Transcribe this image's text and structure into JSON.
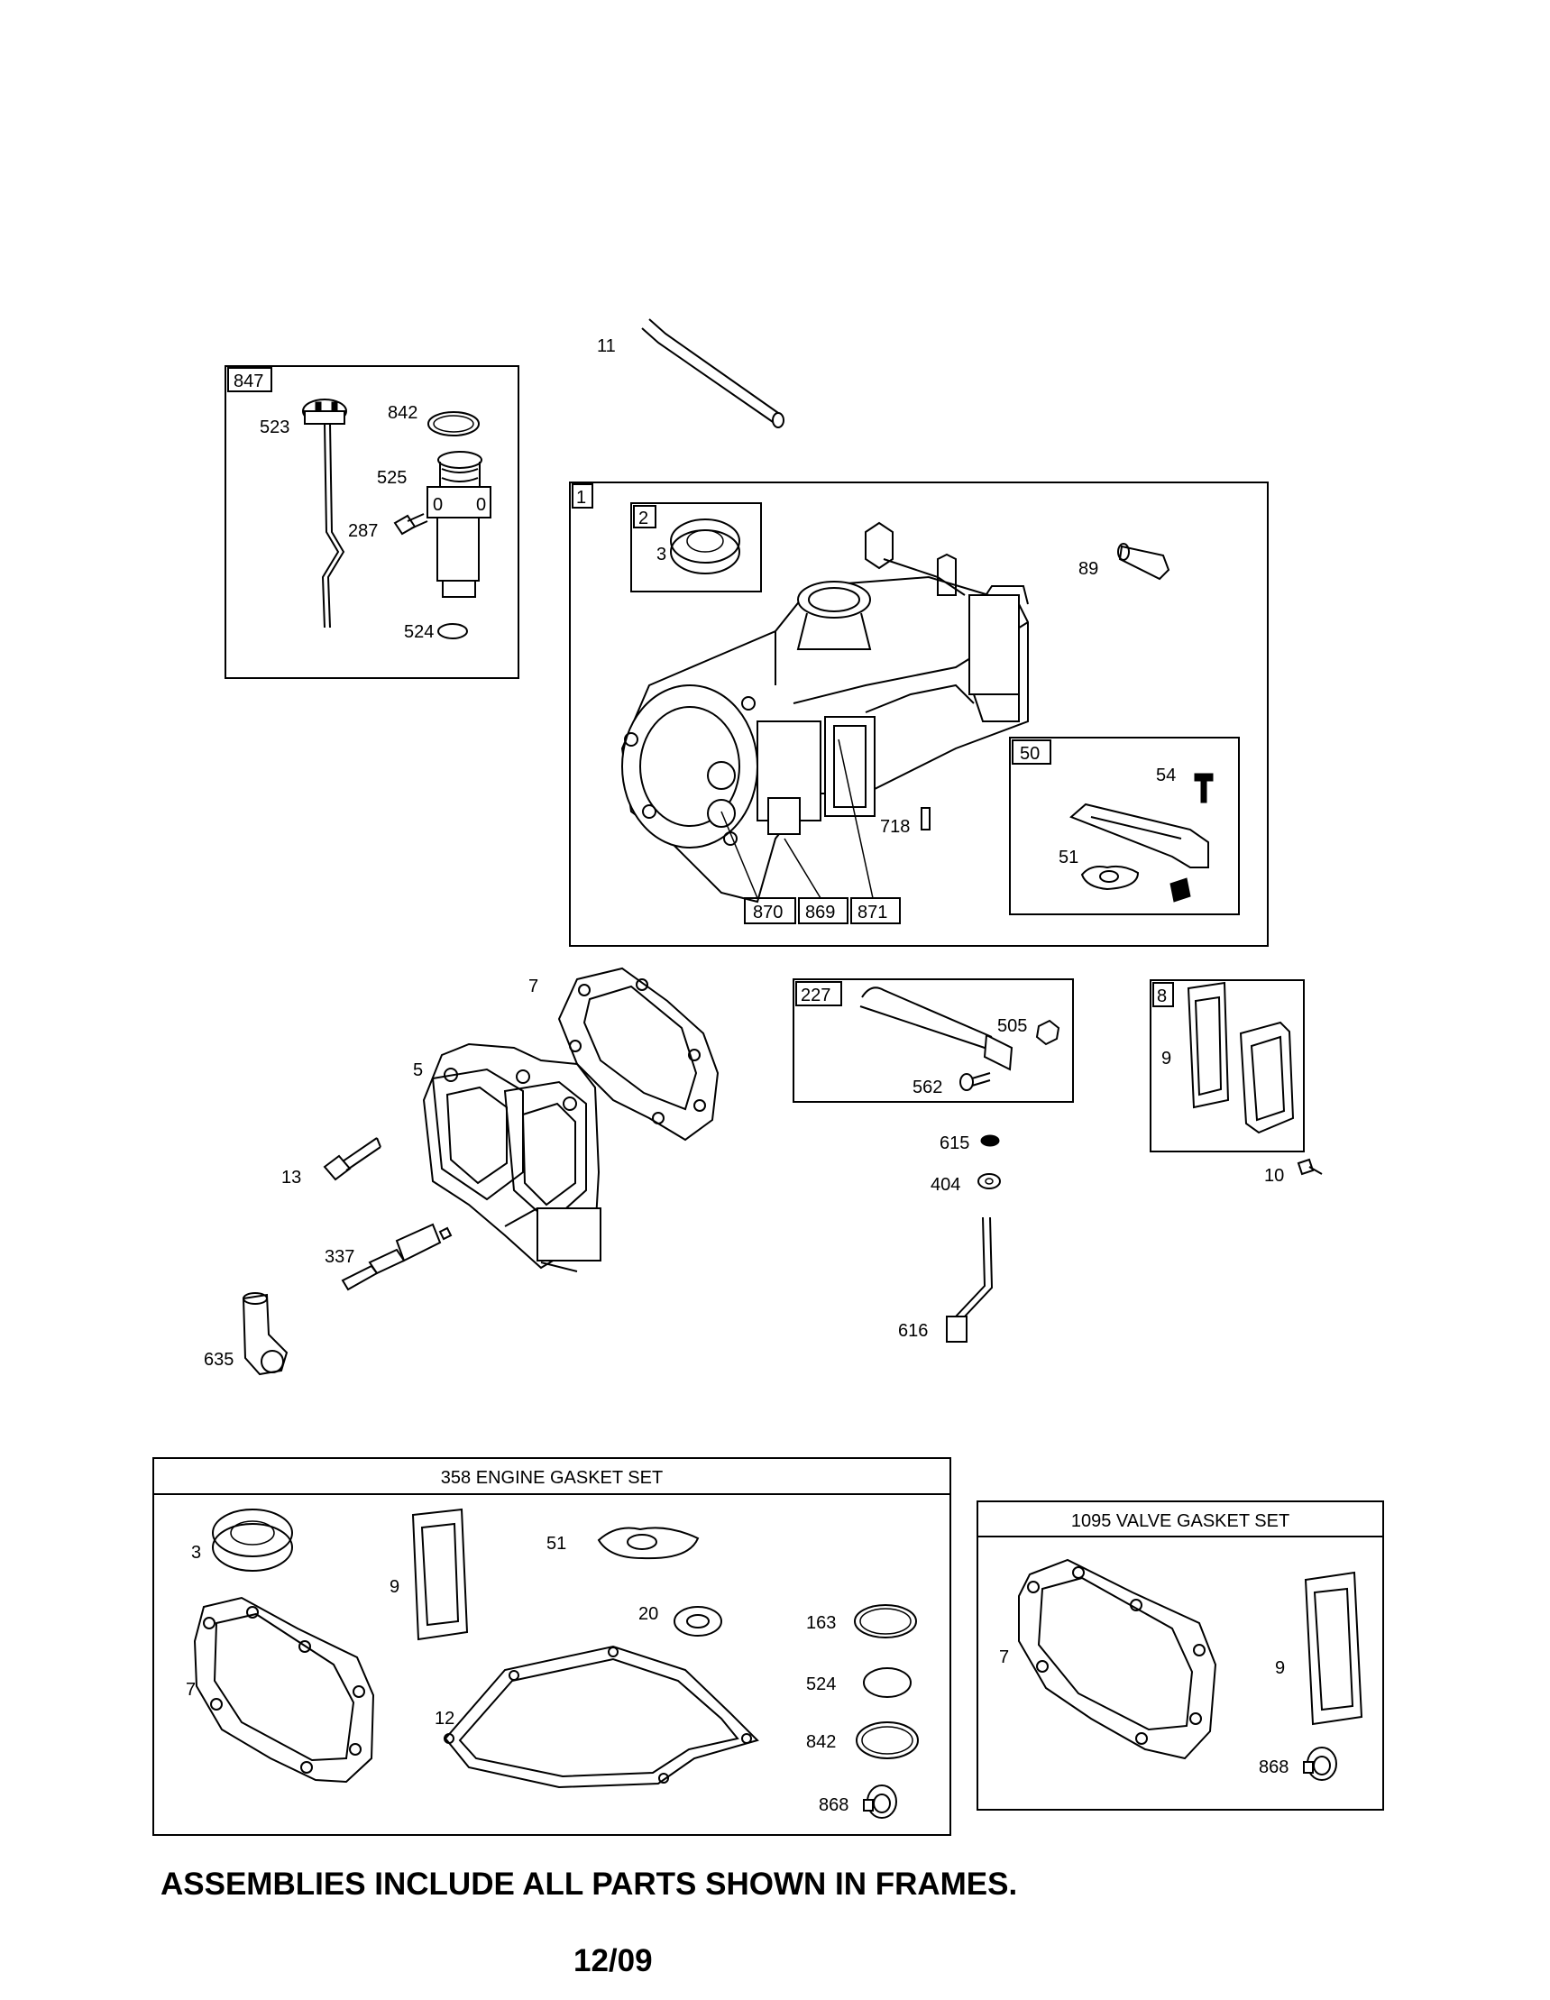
{
  "frames": {
    "f847": "847",
    "f1": "1",
    "f2": "2",
    "f50": "50",
    "f227": "227",
    "f8": "8"
  },
  "callouts": {
    "p11": "11",
    "p523": "523",
    "p842a": "842",
    "p525": "525",
    "p287": "287",
    "p524a": "524",
    "p3a": "3",
    "p89": "89",
    "p54": "54",
    "p51a": "51",
    "p718": "718",
    "p870": "870",
    "p869": "869",
    "p871": "871",
    "p7a": "7",
    "p5": "5",
    "p13": "13",
    "p337": "337",
    "p635": "635",
    "p505": "505",
    "p562": "562",
    "p615": "615",
    "p404": "404",
    "p616": "616",
    "p9a": "9",
    "p10": "10"
  },
  "engine_gasket_set": {
    "title": "358 ENGINE GASKET SET",
    "p3": "3",
    "p9": "9",
    "p51": "51",
    "p20": "20",
    "p163": "163",
    "p7": "7",
    "p12": "12",
    "p524": "524",
    "p842": "842",
    "p868": "868"
  },
  "valve_gasket_set": {
    "title": "1095 VALVE GASKET SET",
    "p7": "7",
    "p9": "9",
    "p868": "868"
  },
  "footer": {
    "note": "ASSEMBLIES INCLUDE ALL PARTS SHOWN IN FRAMES.",
    "date": "12/09"
  }
}
